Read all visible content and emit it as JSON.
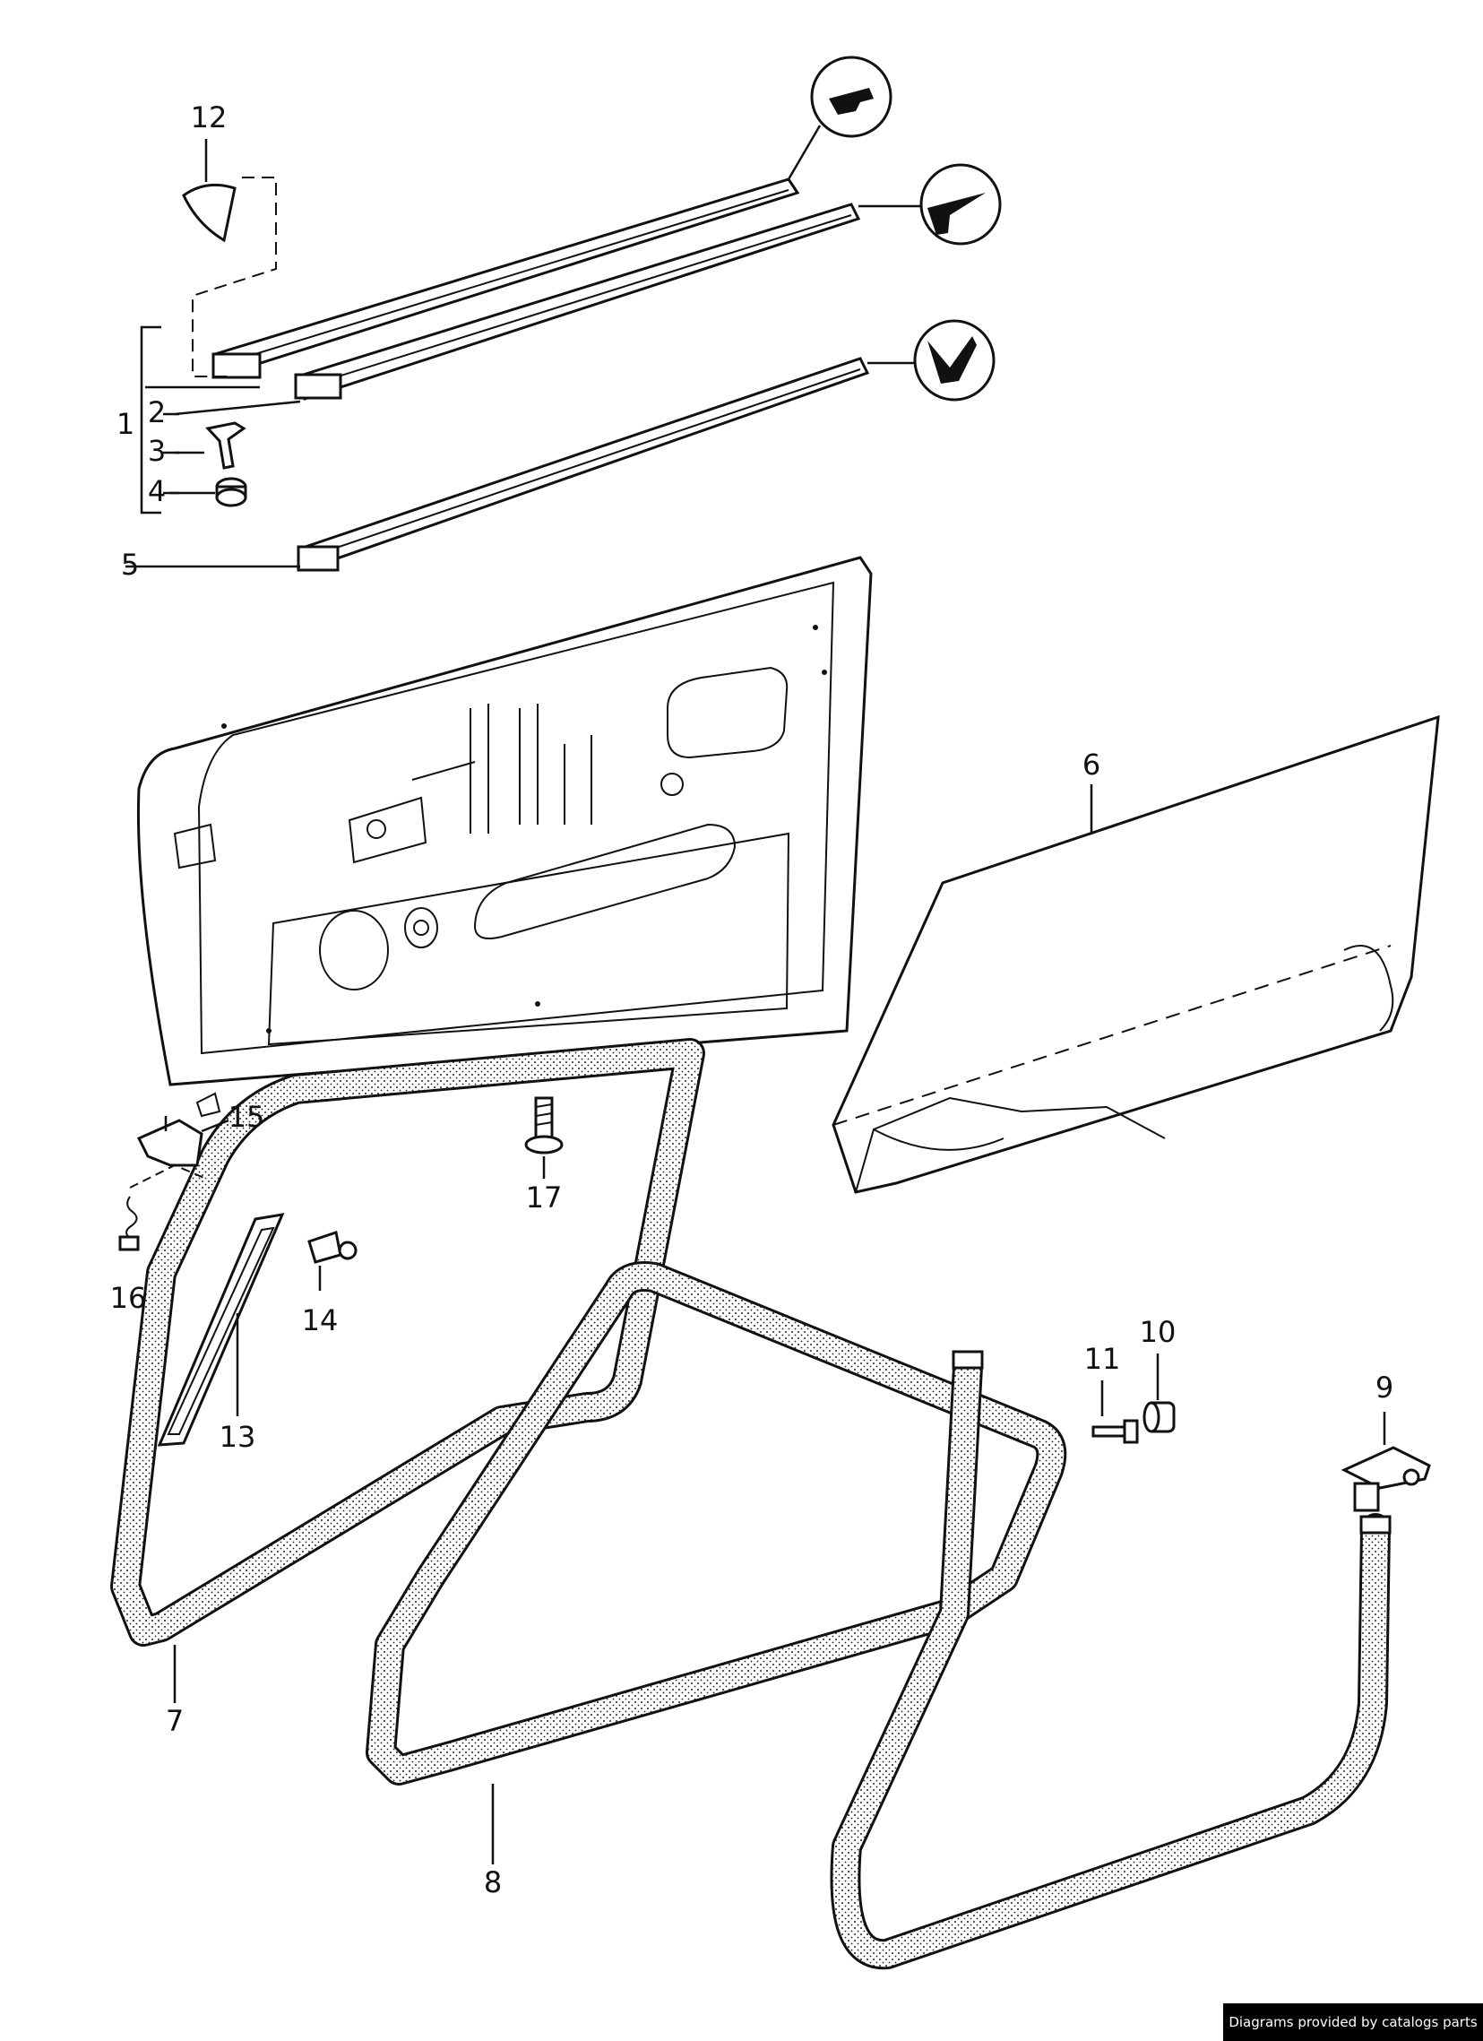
{
  "callouts": {
    "c1": "1",
    "c2": "2",
    "c3": "3",
    "c4": "4",
    "c5": "5",
    "c6": "6",
    "c7": "7",
    "c8": "8",
    "c9": "9",
    "c10": "10",
    "c11": "11",
    "c12": "12",
    "c13": "13",
    "c14": "14",
    "c15": "15",
    "c16": "16",
    "c17": "17"
  },
  "credit": "Diagrams provided by catalogs parts"
}
